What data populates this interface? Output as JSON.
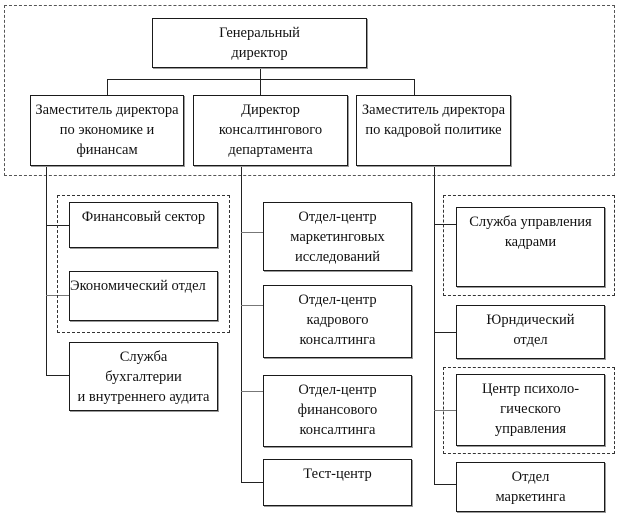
{
  "title": "Организационная структура",
  "top": {
    "label": "Генеральный\nдиректор"
  },
  "level2": [
    {
      "id": "deputy-econ",
      "label": "Заместитель директора\nпо экономике и\nфинансам"
    },
    {
      "id": "consulting-director",
      "label": "Директор\nконсалтингового\nдепартамента"
    },
    {
      "id": "deputy-hr",
      "label": "Заместитель директора\nпо кадровой политике"
    }
  ],
  "col1": [
    {
      "label": "Финансовый сектор"
    },
    {
      "label": "Экономический отдел"
    },
    {
      "label": "Служба\nбухгалтерии\nи внутреннего аудита"
    }
  ],
  "col2": [
    {
      "label": "Отдел-центр\nмаркетинговых\nисследований"
    },
    {
      "label": "Отдел-центр\nкадрового\nконсалтинга"
    },
    {
      "label": "Отдел-центр\nфинансового\nконсалтинга"
    },
    {
      "label": "Тест-центр"
    }
  ],
  "col3": [
    {
      "label": "Служба управления\nкадрами"
    },
    {
      "label": "Юрндический\nотдел"
    },
    {
      "label": "Центр психоло-\nгического\nуправления"
    },
    {
      "label": "Отдел\nмаркетинга"
    }
  ]
}
